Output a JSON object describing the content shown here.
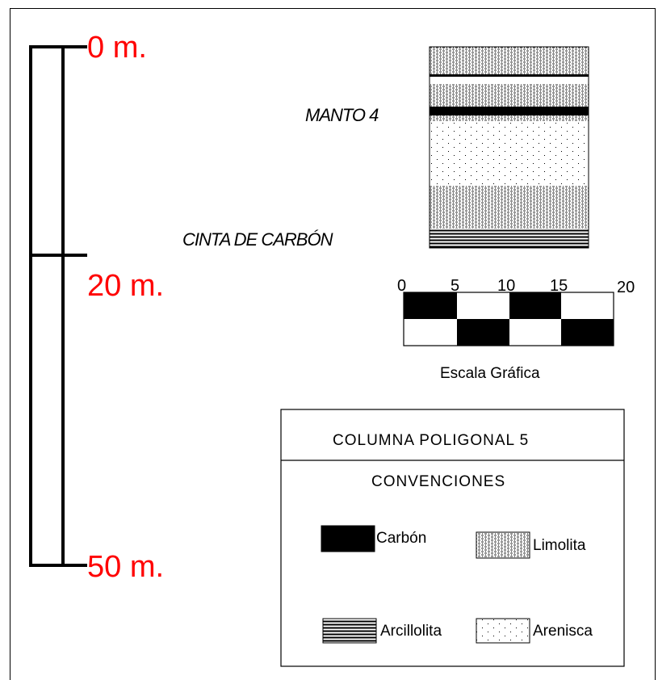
{
  "depth_scale": {
    "labels": [
      "0 m.",
      "20 m.",
      "50 m."
    ]
  },
  "column": {
    "labels": {
      "manto": "MANTO 4",
      "cinta": "CINTA DE CARBÓN"
    }
  },
  "graphic_scale": {
    "ticks": [
      "0",
      "5",
      "10",
      "15",
      "20"
    ],
    "caption": "Escala Gráfica"
  },
  "legend_box": {
    "title": "COLUMNA POLIGONAL 5",
    "subtitle": "CONVENCIONES",
    "items": [
      {
        "name": "Carbón",
        "pattern": "coal"
      },
      {
        "name": "Limolita",
        "pattern": "siltstone"
      },
      {
        "name": "Arcillolita",
        "pattern": "claystone"
      },
      {
        "name": "Arenisca",
        "pattern": "sandstone"
      }
    ]
  },
  "colors": {
    "depth_text": "#ff0000",
    "line": "#000000"
  }
}
